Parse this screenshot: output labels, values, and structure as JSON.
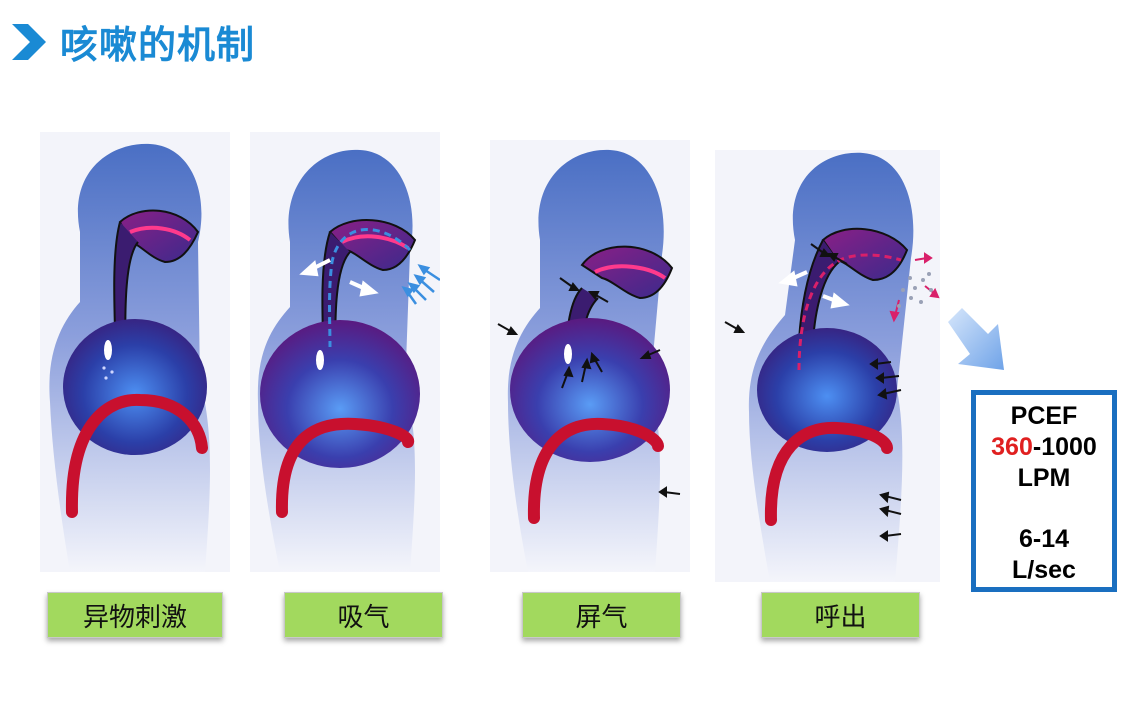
{
  "title": "咳嗽的机制",
  "stages": [
    {
      "label": "异物刺激",
      "icon": "foreign-body-stimulation-figure"
    },
    {
      "label": "吸气",
      "icon": "inhalation-figure"
    },
    {
      "label": "屏气",
      "icon": "breath-holding-figure"
    },
    {
      "label": "呼出",
      "icon": "exhalation-figure"
    }
  ],
  "info": {
    "line1": "PCEF",
    "range_low": "360",
    "range_high": "-1000",
    "unit1": "LPM",
    "line4": "6-14",
    "unit2": "L/sec"
  },
  "colors": {
    "title": "#1a8ad4",
    "label_bg": "#a2d95e",
    "box_border": "#1a6fc0",
    "highlight": "#e02020",
    "diaphragm": "#c8102e",
    "inhale_arrow": "#3b8fe0",
    "exhale_arrow": "#d9206a"
  }
}
